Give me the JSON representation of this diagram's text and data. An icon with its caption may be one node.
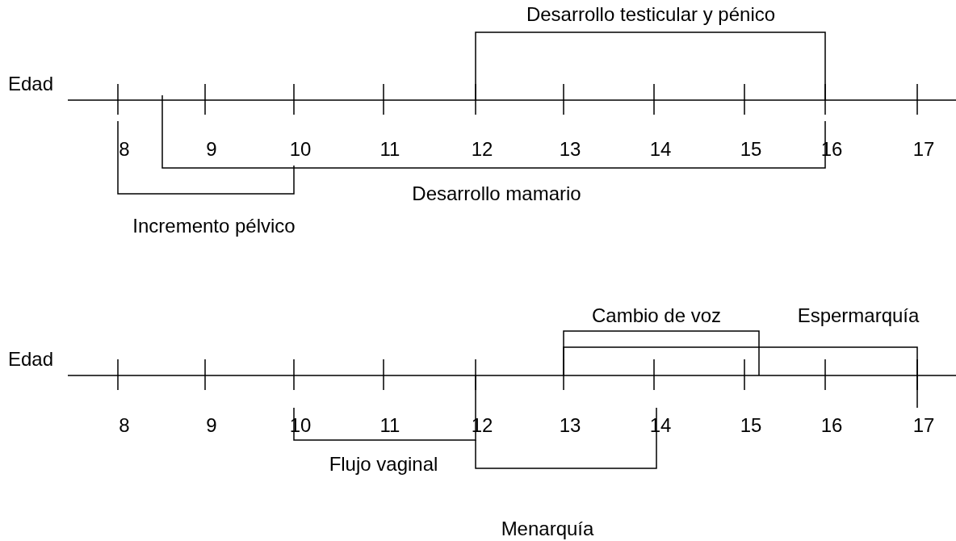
{
  "diagram": {
    "labels": [
      "Desarrollo testicular y pénico",
      "Edad",
      "8",
      "9",
      "10",
      "11",
      "12",
      "13",
      "14",
      "15",
      "16",
      "17",
      "Desarrollo mamario",
      "Incremento pélvico",
      "Cambio de voz",
      "Espermarquía",
      "Edad",
      "8",
      "9",
      "10",
      "11",
      "12",
      "13",
      "14",
      "15",
      "16",
      "17",
      "Flujo vaginal",
      "Menarquía"
    ]
  }
}
